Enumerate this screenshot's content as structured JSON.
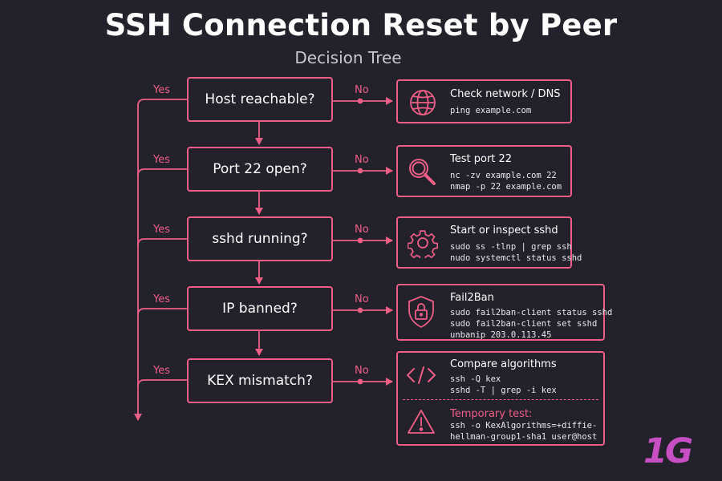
{
  "title": "SSH Connection Reset by Peer",
  "subtitle": "Decision Tree",
  "yes_label": "Yes",
  "no_label": "No",
  "nodes": [
    {
      "question": "Host reachable?",
      "icon": "globe-icon",
      "action_title": "Check network / DNS",
      "commands": "ping example.com"
    },
    {
      "question": "Port 22 open?",
      "icon": "magnifier-icon",
      "action_title": "Test port 22",
      "commands": "nc -zv example.com 22\nnmap -p 22 example.com"
    },
    {
      "question": "sshd running?",
      "icon": "gear-icon",
      "action_title": "Start or inspect sshd",
      "commands": "sudo ss -tlnp | grep ssh\nnudo systemctl status sshd"
    },
    {
      "question": "IP banned?",
      "icon": "shield-lock-icon",
      "action_title": "Fail2Ban",
      "commands": "sudo fail2ban-client status sshd\nsudo fail2ban-client set sshd\nunbanip 203.0.113.45"
    },
    {
      "question": "KEX mismatch?",
      "icon": "code-icon",
      "action_title": "Compare algorithms",
      "commands": "ssh -Q kex\nsshd -T | grep -i kex"
    }
  ],
  "temporary": {
    "icon": "warning-icon",
    "title": "Temporary test:",
    "commands": "ssh -o KexAlgorithms=+diffie-\nhellman-group1-sha1 user@host"
  },
  "logo": "1G",
  "colors": {
    "accent": "#ef5e87",
    "background": "#23222a",
    "logo": "#c84ec4"
  }
}
